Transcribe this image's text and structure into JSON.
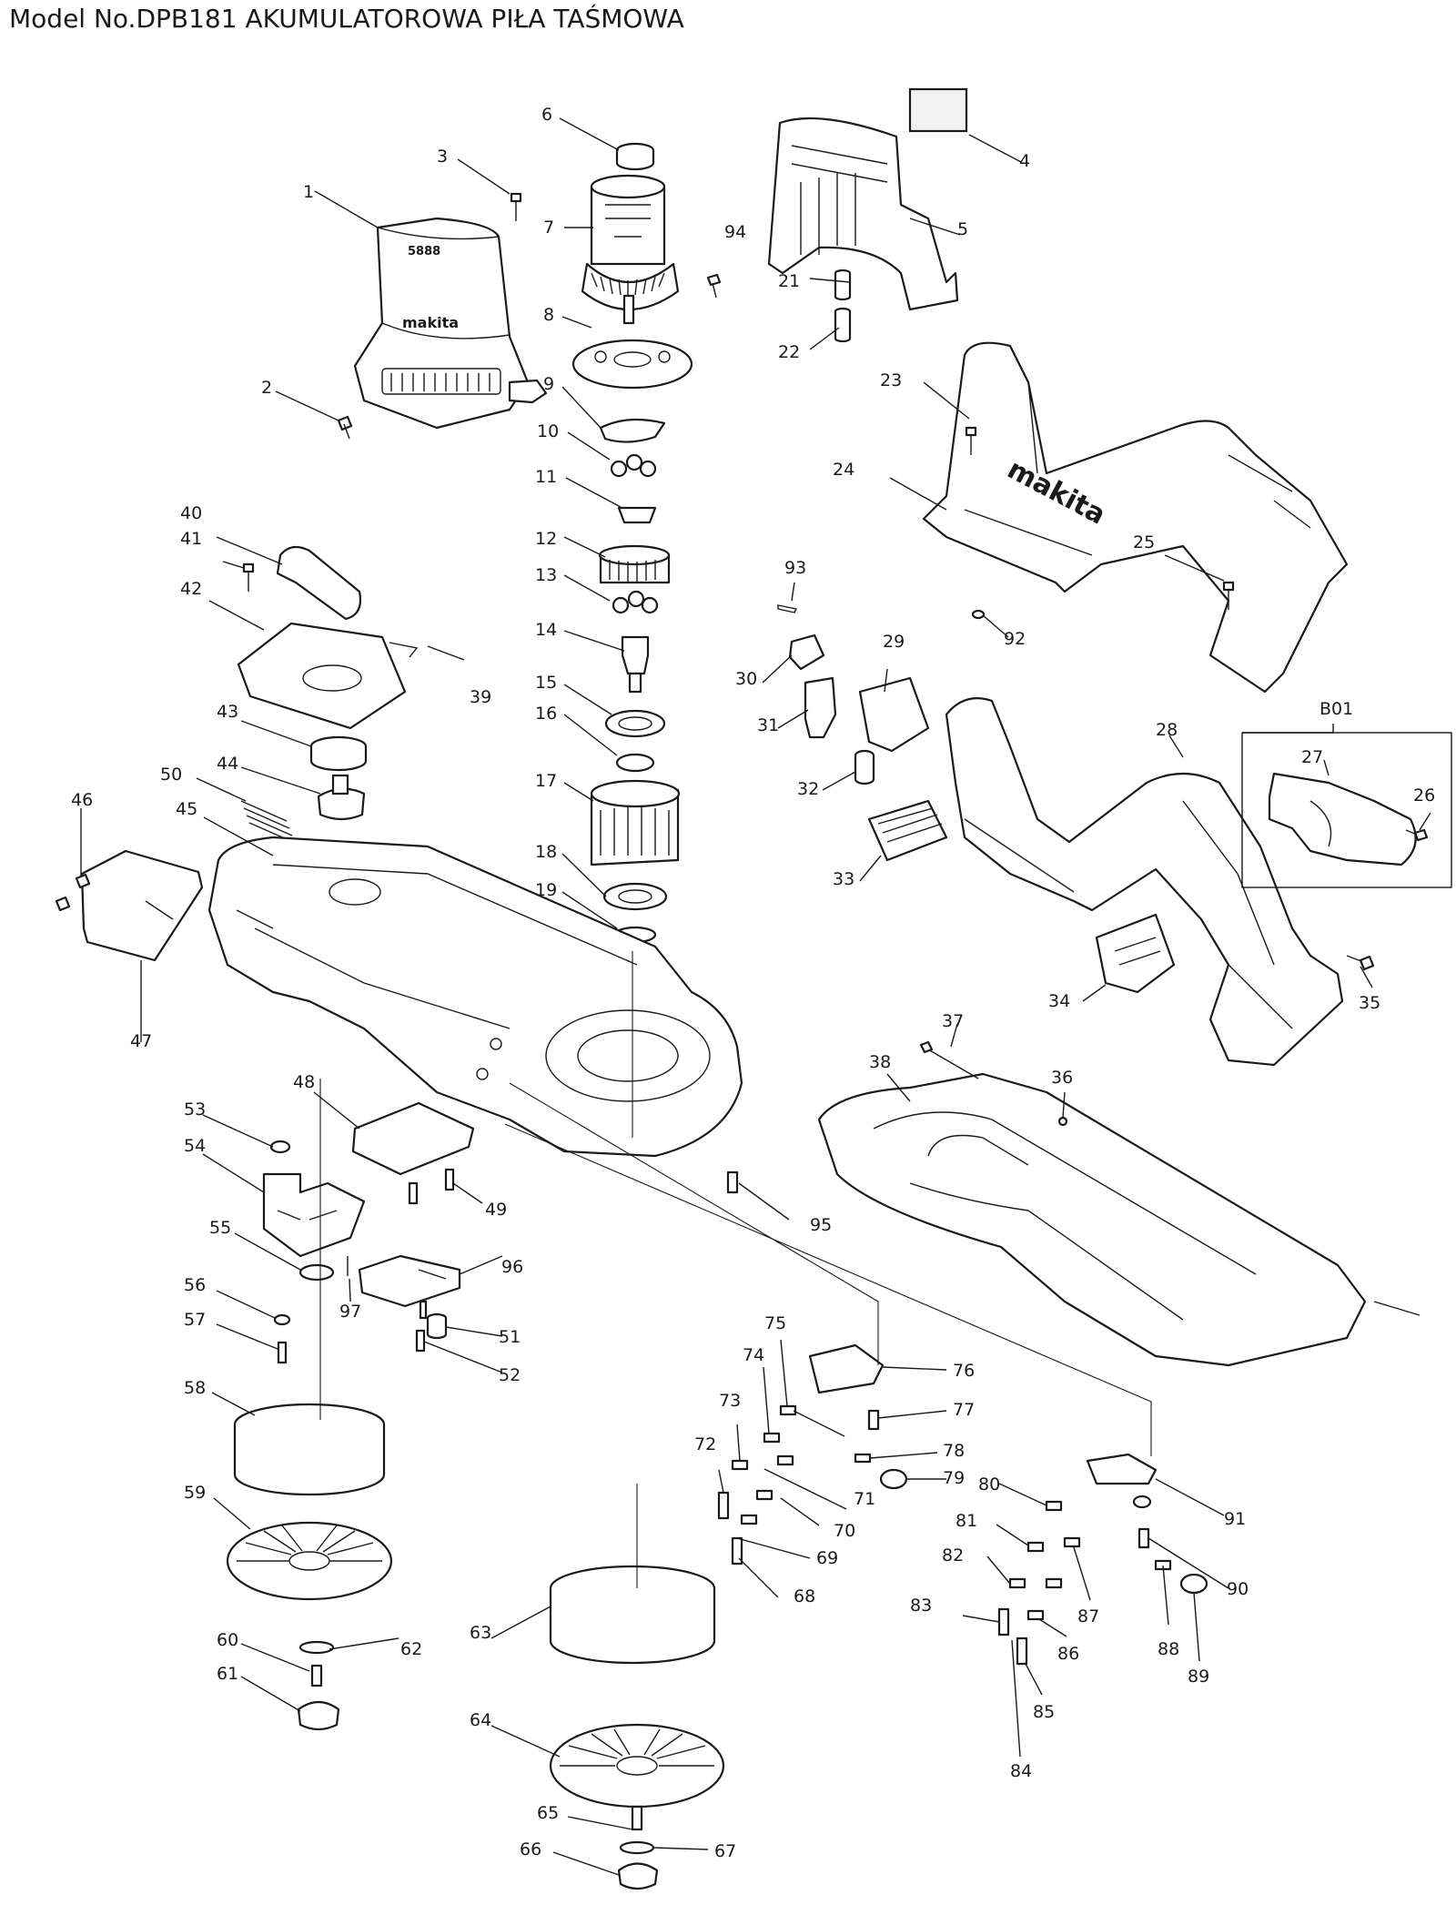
{
  "title": "Model No.DPB181 AKUMULATOROWA PIŁA TAŚMOWA",
  "brand": "makita",
  "motor_code": "5888",
  "group_label": "B01",
  "callouts": [
    "1",
    "2",
    "3",
    "4",
    "5",
    "6",
    "7",
    "8",
    "9",
    "10",
    "11",
    "12",
    "13",
    "14",
    "15",
    "16",
    "17",
    "18",
    "19",
    "21",
    "22",
    "23",
    "24",
    "25",
    "26",
    "27",
    "28",
    "29",
    "30",
    "31",
    "32",
    "33",
    "34",
    "35",
    "36",
    "37",
    "38",
    "39",
    "40",
    "41",
    "42",
    "43",
    "44",
    "45",
    "46",
    "47",
    "48",
    "49",
    "50",
    "51",
    "52",
    "53",
    "54",
    "55",
    "56",
    "57",
    "58",
    "59",
    "60",
    "61",
    "62",
    "63",
    "64",
    "65",
    "66",
    "67",
    "68",
    "69",
    "70",
    "71",
    "72",
    "73",
    "74",
    "75",
    "76",
    "77",
    "78",
    "79",
    "80",
    "81",
    "82",
    "83",
    "84",
    "85",
    "86",
    "87",
    "88",
    "89",
    "90",
    "91",
    "92",
    "93",
    "94",
    "95",
    "96",
    "97"
  ]
}
